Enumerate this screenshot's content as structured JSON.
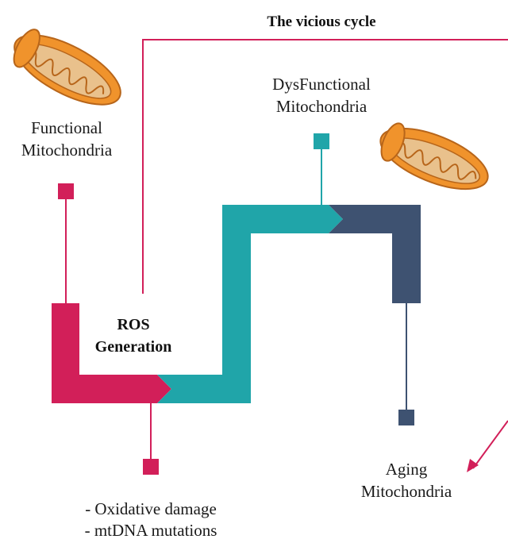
{
  "title": "The vicious cycle",
  "nodes": {
    "functional": {
      "line1": "Functional",
      "line2": "Mitochondria"
    },
    "dysfunctional": {
      "line1": "DysFunctional",
      "line2": "Mitochondria"
    },
    "aging": {
      "line1": "Aging",
      "line2": "Mitochondria"
    },
    "ros": {
      "line1": "ROS",
      "line2": "Generation"
    }
  },
  "effects": [
    "- Oxidative damage",
    "- mtDNA mutations"
  ],
  "colors": {
    "crimson": "#d21f59",
    "teal": "#20a5a9",
    "slate": "#3e5271",
    "orange": "#f0932c",
    "orange_dark": "#b7651a",
    "tan": "#e9c18c"
  },
  "icons": {
    "mitochondrion": "mitochondrion-icon"
  }
}
